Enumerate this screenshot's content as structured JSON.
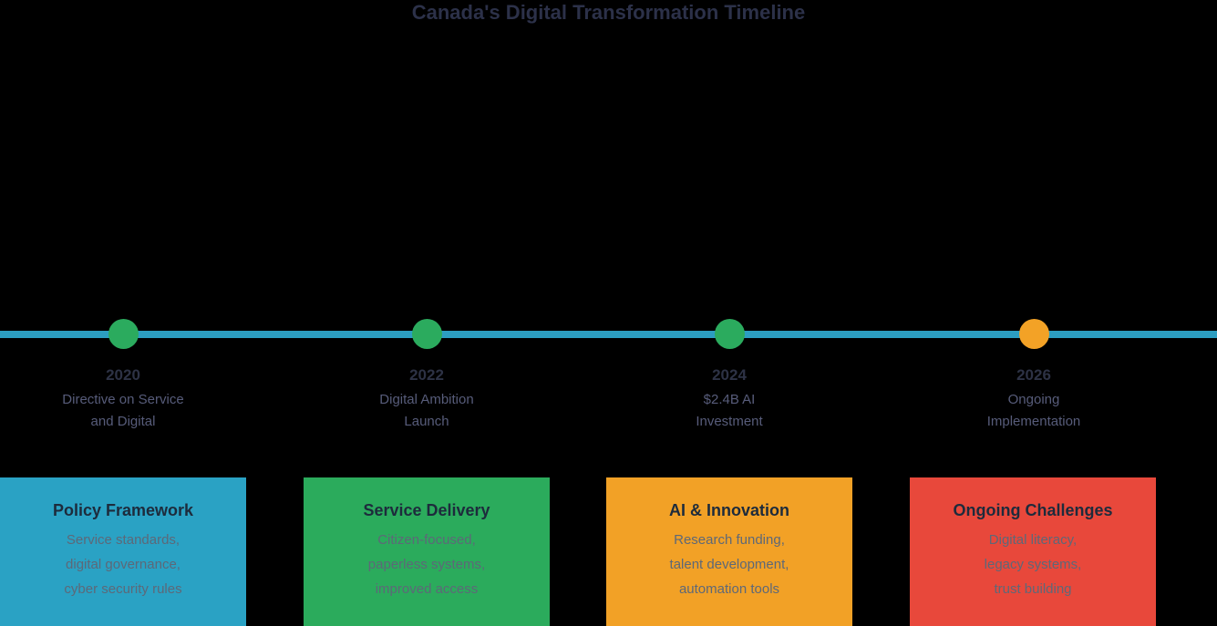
{
  "title": "Canada's Digital Transformation Timeline",
  "colors": {
    "background": "#000000",
    "timeline_line": "#2c9ec1",
    "title_text": "#2c3149",
    "year_text": "#2d3245",
    "caption_text": "#575c7a",
    "card_title_text": "#1d2b3c",
    "card_body_text": "#5d6878",
    "green_dot": "#2bab5e",
    "orange_dot": "#f3a226"
  },
  "timeline": {
    "milestones": [
      {
        "year": "2020",
        "label_lines": [
          "Directive on Service",
          "and Digital"
        ],
        "dot_color": "#2bab5e"
      },
      {
        "year": "2022",
        "label_lines": [
          "Digital Ambition",
          "Launch"
        ],
        "dot_color": "#2bab5e"
      },
      {
        "year": "2024",
        "label_lines": [
          "$2.4B AI",
          "Investment"
        ],
        "dot_color": "#2bab5e"
      },
      {
        "year": "2026",
        "label_lines": [
          "Ongoing",
          "Implementation"
        ],
        "dot_color": "#f3a226"
      }
    ]
  },
  "cards": [
    {
      "title": "Policy Framework",
      "lines": [
        "Service standards,",
        "digital governance,",
        "cyber security rules"
      ],
      "bg": "#2aa2c4"
    },
    {
      "title": "Service Delivery",
      "lines": [
        "Citizen-focused,",
        "paperless systems,",
        "improved access"
      ],
      "bg": "#2bab5c"
    },
    {
      "title": "AI & Innovation",
      "lines": [
        "Research funding,",
        "talent development,",
        "automation tools"
      ],
      "bg": "#f2a126"
    },
    {
      "title": "Ongoing Challenges",
      "lines": [
        "Digital literacy,",
        "legacy systems,",
        "trust building"
      ],
      "bg": "#e8483b"
    }
  ]
}
